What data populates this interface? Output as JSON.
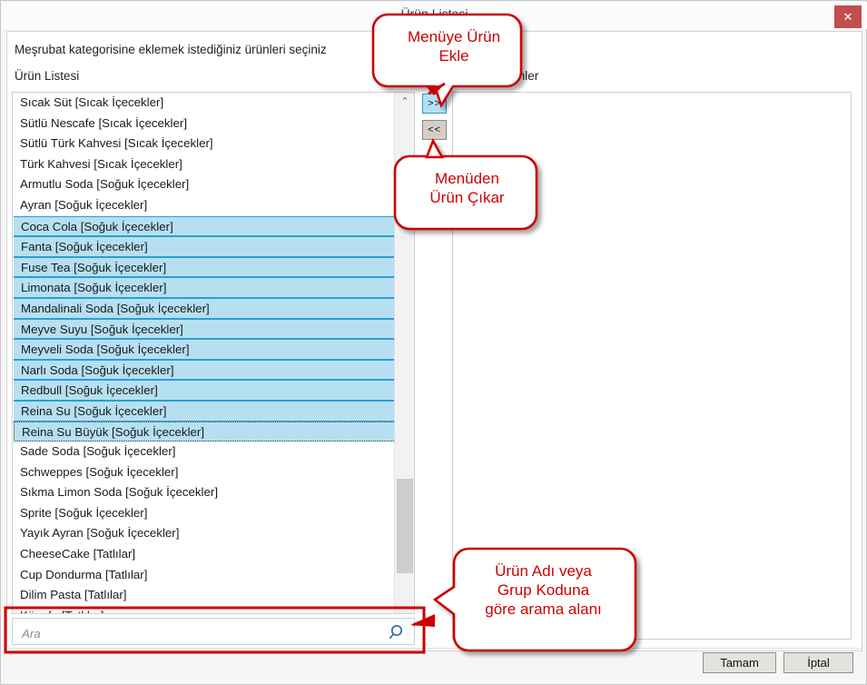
{
  "window": {
    "title": "Ürün Listesi",
    "close_label": "✕",
    "close_icon": "close-icon"
  },
  "content": {
    "hint": "Meşrubat kategorisine eklemek istediğiniz ürünleri seçiniz",
    "left_label": "Ürün Listesi",
    "right_label": "Seçilen Ürünler"
  },
  "transfer": {
    "add_label": ">>",
    "remove_label": "<<"
  },
  "search": {
    "placeholder": "Ara",
    "value": "",
    "icon": "search-icon"
  },
  "scrollbar": {
    "up_glyph": "⌃",
    "down_glyph": "⌄"
  },
  "footer": {
    "ok_label": "Tamam",
    "cancel_label": "İptal"
  },
  "annotations": {
    "accent_color": "#cc0000",
    "callouts": [
      {
        "name": "add-product-callout",
        "text": "Menüye Ürün\nEkle"
      },
      {
        "name": "remove-product-callout",
        "text": "Menüden\nÜrün Çıkar"
      },
      {
        "name": "search-field-callout",
        "text": "Ürün Adı veya\nGrup Koduna\ngöre arama alanı"
      }
    ]
  },
  "colors": {
    "selected_fill": "#b6e0f2",
    "selected_border": "#2c9ed4",
    "close_button": "#c44d4d",
    "add_button": "#b3e0f7"
  },
  "product_list": [
    {
      "label": "Sıcak Süt [Sıcak İçecekler]",
      "state": "normal"
    },
    {
      "label": "Sütlü Nescafe [Sıcak İçecekler]",
      "state": "normal"
    },
    {
      "label": "Sütlü Türk Kahvesi [Sıcak İçecekler]",
      "state": "normal"
    },
    {
      "label": "Türk Kahvesi [Sıcak İçecekler]",
      "state": "normal"
    },
    {
      "label": "Armutlu Soda [Soğuk İçecekler]",
      "state": "normal"
    },
    {
      "label": "Ayran [Soğuk İçecekler]",
      "state": "normal"
    },
    {
      "label": "Coca Cola [Soğuk İçecekler]",
      "state": "selected"
    },
    {
      "label": "Fanta [Soğuk İçecekler]",
      "state": "selected"
    },
    {
      "label": "Fuse Tea [Soğuk İçecekler]",
      "state": "selected"
    },
    {
      "label": "Limonata [Soğuk İçecekler]",
      "state": "selected"
    },
    {
      "label": "Mandalinali Soda [Soğuk İçecekler]",
      "state": "selected"
    },
    {
      "label": "Meyve Suyu [Soğuk İçecekler]",
      "state": "selected"
    },
    {
      "label": "Meyveli Soda [Soğuk İçecekler]",
      "state": "selected"
    },
    {
      "label": "Narlı Soda [Soğuk İçecekler]",
      "state": "selected"
    },
    {
      "label": "Redbull [Soğuk İçecekler]",
      "state": "selected"
    },
    {
      "label": "Reina Su [Soğuk İçecekler]",
      "state": "selected"
    },
    {
      "label": "Reina Su Büyük [Soğuk İçecekler]",
      "state": "focused"
    },
    {
      "label": "Sade Soda [Soğuk İçecekler]",
      "state": "normal"
    },
    {
      "label": "Schweppes [Soğuk İçecekler]",
      "state": "normal"
    },
    {
      "label": "Sıkma Limon Soda [Soğuk İçecekler]",
      "state": "normal"
    },
    {
      "label": "Sprite [Soğuk İçecekler]",
      "state": "normal"
    },
    {
      "label": "Yayık Ayran [Soğuk İçecekler]",
      "state": "normal"
    },
    {
      "label": "CheeseCake [Tatlılar]",
      "state": "normal"
    },
    {
      "label": "Cup Dondurma [Tatlılar]",
      "state": "normal"
    },
    {
      "label": "Dilim Pasta [Tatlılar]",
      "state": "normal"
    },
    {
      "label": "Künefe [Tatlılar]",
      "state": "normal"
    }
  ],
  "selected_products": []
}
